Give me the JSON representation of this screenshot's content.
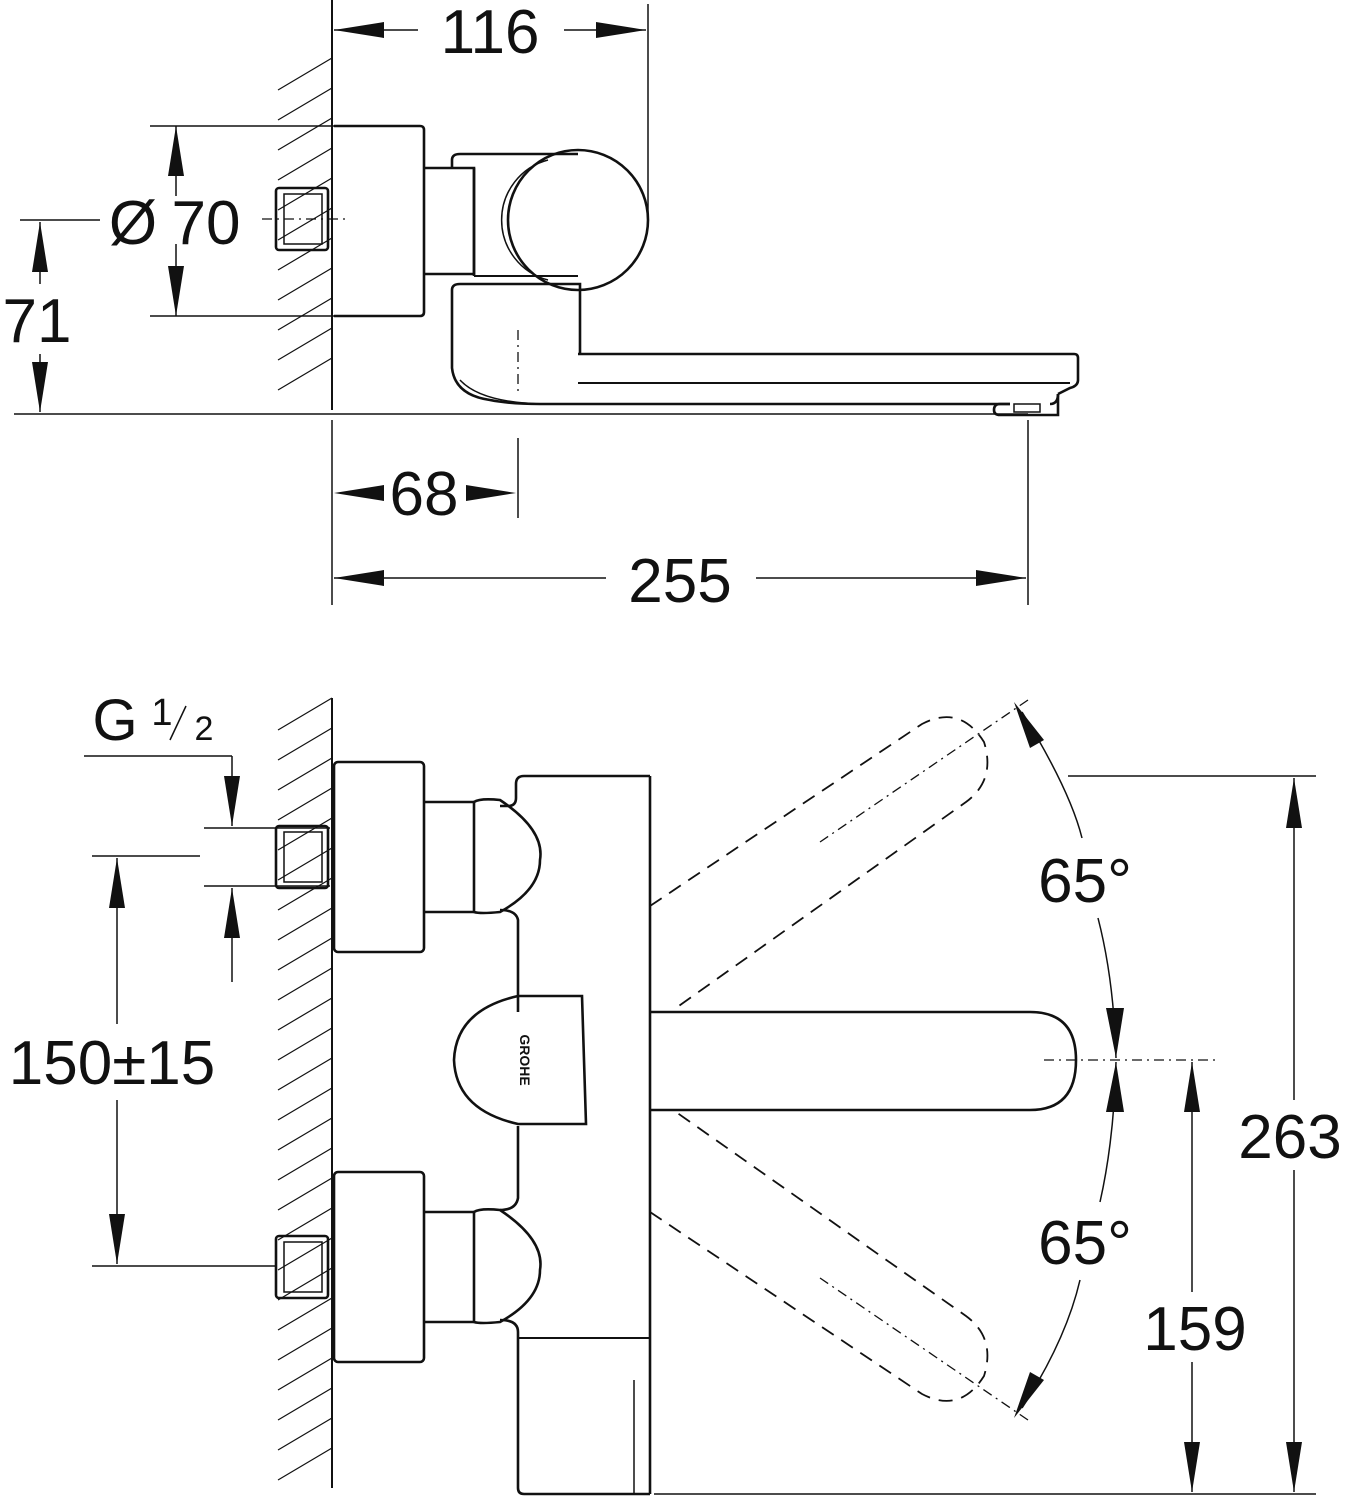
{
  "top_view": {
    "dim_width": "116",
    "dim_diameter_symbol": "Ø",
    "dim_diameter": "70",
    "dim_height": "71",
    "dim_center": "68",
    "dim_total": "255"
  },
  "front_view": {
    "thread_g": "G",
    "thread_num": "1",
    "thread_den": "2",
    "dim_spacing": "150±15",
    "angle_upper": "65°",
    "angle_lower": "65°",
    "dim_total_height": "263",
    "dim_spout_height": "159",
    "logo": "GROHE"
  }
}
